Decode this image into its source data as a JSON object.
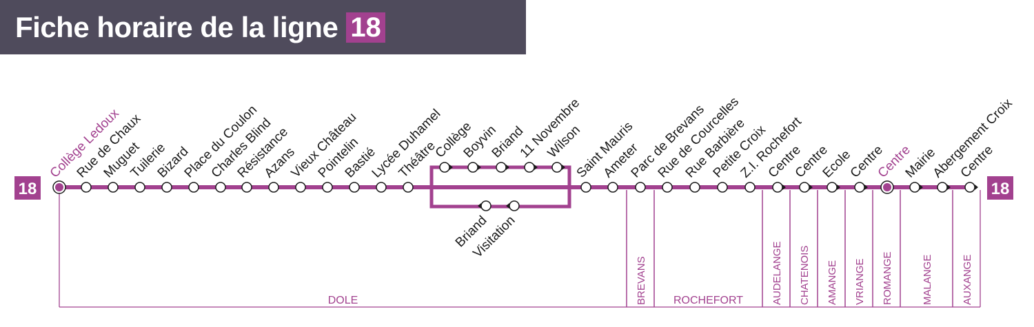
{
  "header": {
    "title": "Fiche horaire de la ligne",
    "line_number": "18"
  },
  "line": {
    "start_badge": "18",
    "end_badge": "18",
    "color": "#a2418f",
    "header_bg": "#4f4b5c"
  },
  "main_stops": [
    {
      "name": "Collège Ledoux",
      "terminus": true,
      "highlight": true
    },
    {
      "name": "Rue de Chaux"
    },
    {
      "name": "Muguet"
    },
    {
      "name": "Tuilerie"
    },
    {
      "name": "Bizard"
    },
    {
      "name": "Place du Coulon"
    },
    {
      "name": "Charles Blind"
    },
    {
      "name": "Résistance"
    },
    {
      "name": "Azans"
    },
    {
      "name": "Vieux Château"
    },
    {
      "name": "Pointelin"
    },
    {
      "name": "Bastié"
    },
    {
      "name": "Lycée Duhamel"
    },
    {
      "name": "Théâtre"
    }
  ],
  "branch_upper_stops": [
    {
      "name": "Collège"
    },
    {
      "name": "Boyvin"
    },
    {
      "name": "Briand"
    },
    {
      "name": "11 Novembre"
    },
    {
      "name": "Wilson"
    }
  ],
  "branch_lower_stops": [
    {
      "name": "Briand"
    },
    {
      "name": "Visitation"
    }
  ],
  "main_stops_after": [
    {
      "name": "Saint Mauris"
    },
    {
      "name": "Ameter"
    },
    {
      "name": "Parc de Brevans"
    },
    {
      "name": "Rue de Courcelles"
    },
    {
      "name": "Rue Barbière"
    },
    {
      "name": "Petite Croix"
    },
    {
      "name": "Z.I. Rochefort"
    },
    {
      "name": "Centre",
      "direction": true
    },
    {
      "name": "Centre",
      "direction": true
    },
    {
      "name": "Ecole",
      "direction": true
    },
    {
      "name": "Centre",
      "direction": true
    },
    {
      "name": "Centre",
      "terminus": true,
      "highlight": true
    },
    {
      "name": "Mairie",
      "direction": true
    },
    {
      "name": "Abergement Croix",
      "direction": true
    },
    {
      "name": "Centre",
      "direction": true
    }
  ],
  "communes": [
    {
      "name": "DOLE",
      "orientation": "horizontal"
    },
    {
      "name": "BREVANS",
      "orientation": "vertical"
    },
    {
      "name": "ROCHEFORT",
      "orientation": "horizontal"
    },
    {
      "name": "AUDELANGE",
      "orientation": "vertical"
    },
    {
      "name": "CHATENOIS",
      "orientation": "vertical"
    },
    {
      "name": "AMANGE",
      "orientation": "vertical"
    },
    {
      "name": "VRIANGE",
      "orientation": "vertical"
    },
    {
      "name": "ROMANGE",
      "orientation": "vertical"
    },
    {
      "name": "MALANGE",
      "orientation": "vertical"
    },
    {
      "name": "AUXANGE",
      "orientation": "vertical"
    }
  ]
}
